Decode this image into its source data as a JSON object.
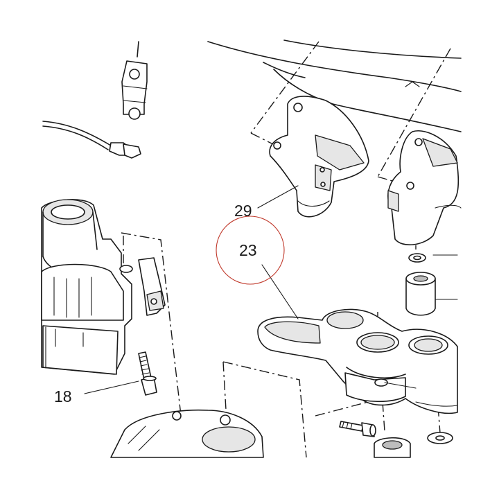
{
  "callouts": {
    "part_29": "29",
    "part_23": "23",
    "part_18": "18"
  },
  "colors": {
    "line": "#1a1a1a",
    "highlight_circle": "#c0392b",
    "background": "#ffffff"
  }
}
